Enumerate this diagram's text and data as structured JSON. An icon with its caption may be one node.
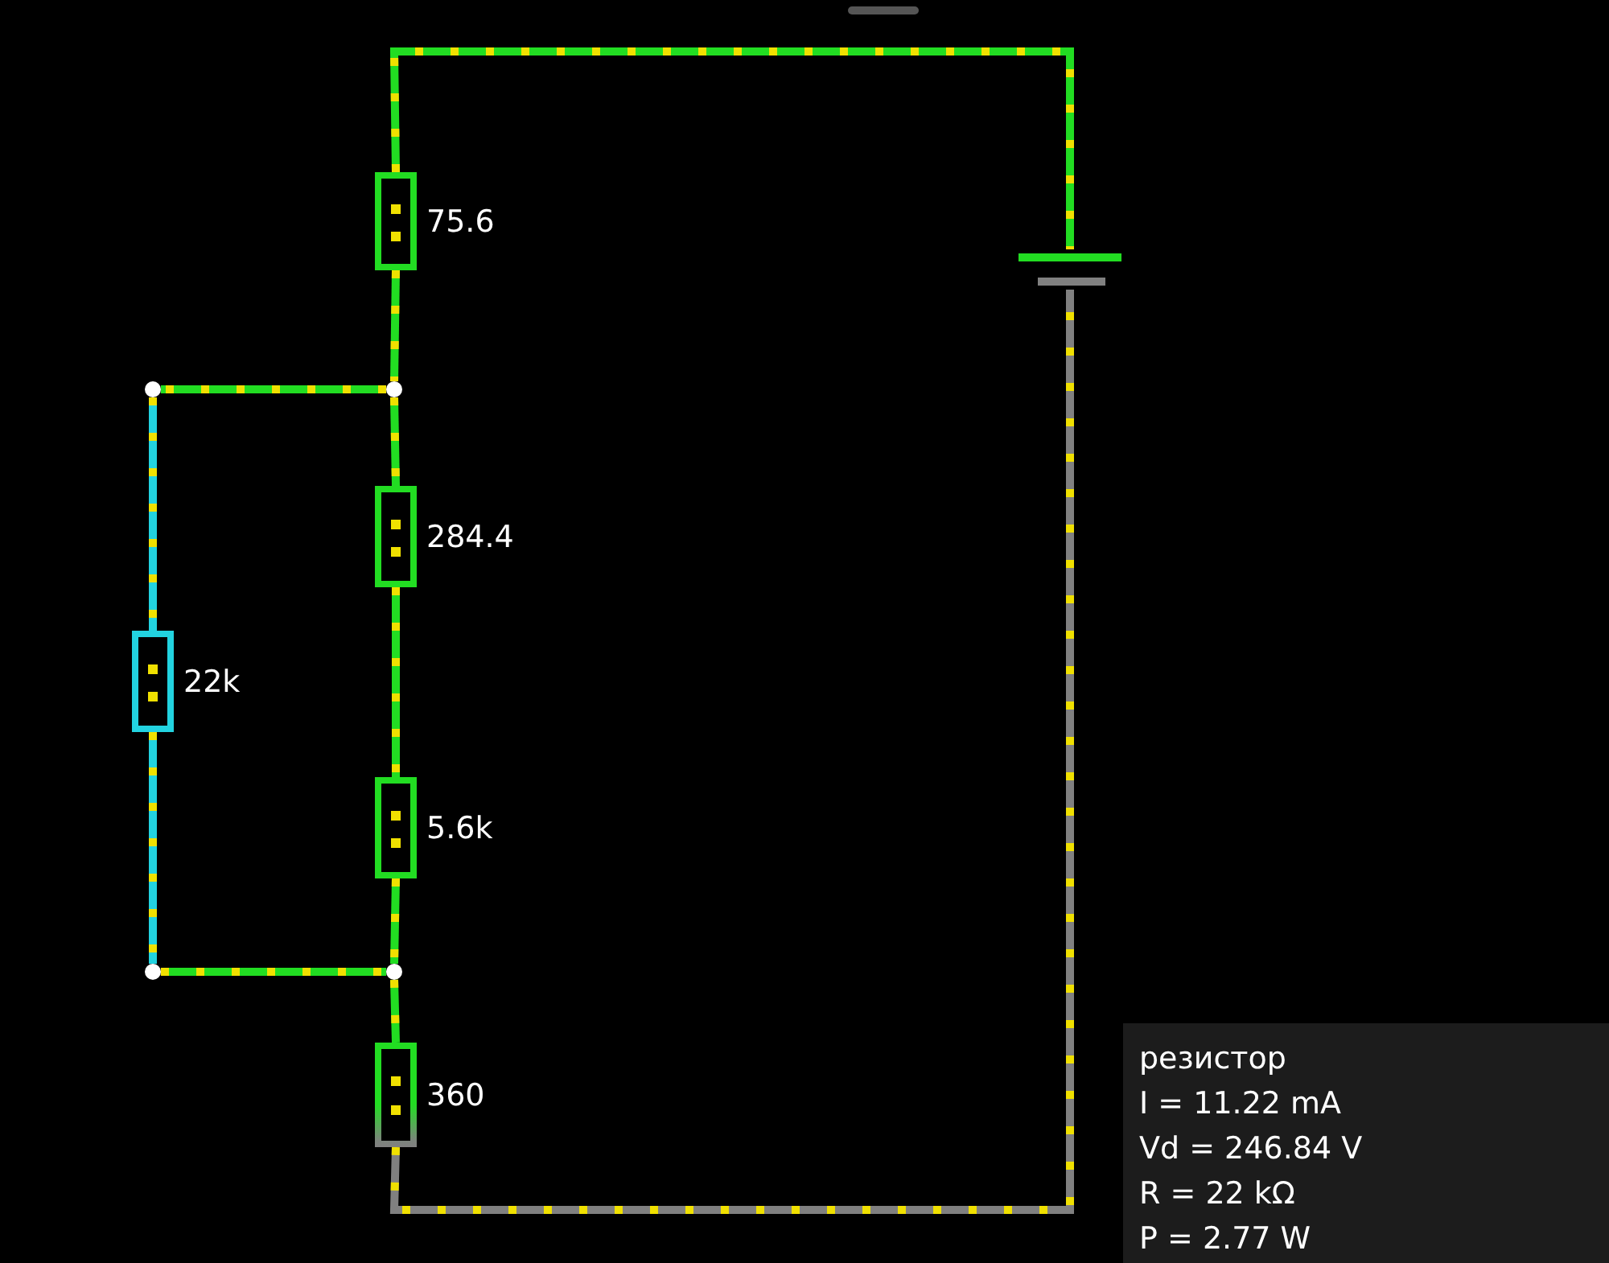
{
  "diagram": {
    "nodes": [
      {
        "text": [],
        "shape": "box",
        "beside": [
          "75.6"
        ]
      },
      {
        "text": [],
        "shape": "battery"
      },
      {
        "text": [],
        "shape": "circle"
      },
      {
        "text": [],
        "shape": "circle"
      },
      {
        "text": [],
        "shape": "box",
        "beside": [
          "284.4"
        ]
      },
      {
        "text": [],
        "shape": "box",
        "beside": [
          "22k"
        ]
      },
      {
        "text": [],
        "shape": "box",
        "beside": [
          "5.6k"
        ]
      },
      {
        "text": [],
        "shape": "circle"
      },
      {
        "text": [],
        "shape": "circle"
      },
      {
        "text": [],
        "shape": "box",
        "beside": [
          "360"
        ]
      },
      {
        "text": [
          "резистор",
          "I = 11.22 mA",
          "Vd = 246.84 V",
          "R = 22 kΩ",
          "P = 2.77 W"
        ]
      }
    ],
    "edges": [
      {
        "from": 0,
        "to": 1,
        "arrow": "none"
      },
      {
        "from": 0,
        "to": 2,
        "arrow": "none"
      },
      {
        "from": 2,
        "to": 3,
        "arrow": "none"
      },
      {
        "from": 3,
        "to": 5,
        "arrow": "none",
        "color": "#22d3e0"
      },
      {
        "from": 5,
        "to": 8,
        "arrow": "none",
        "color": "#22d3e0"
      },
      {
        "from": 8,
        "to": 7,
        "arrow": "none"
      },
      {
        "from": 2,
        "to": 4,
        "arrow": "none"
      },
      {
        "from": 4,
        "to": 6,
        "arrow": "none"
      },
      {
        "from": 6,
        "to": 7,
        "arrow": "none"
      },
      {
        "from": 7,
        "to": 9,
        "arrow": "none"
      },
      {
        "from": 9,
        "to": 1,
        "arrow": "none",
        "color": "#808080"
      }
    ]
  }
}
